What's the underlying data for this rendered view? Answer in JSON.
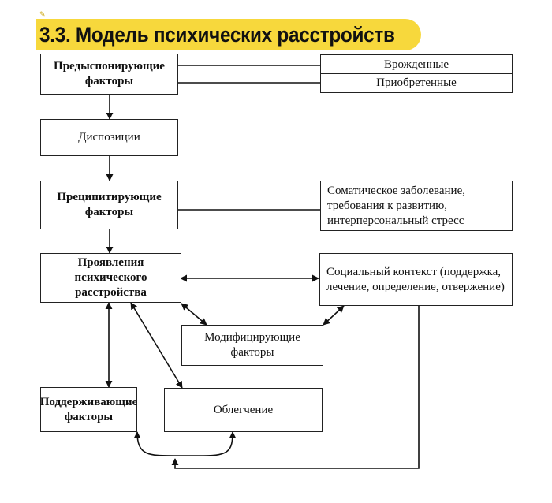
{
  "title": "3.3. Модель психических расстройств",
  "boxes": {
    "predisposing": "Предыспонирующие факторы",
    "innate": "Врожденные",
    "acquired": "Приобретенные",
    "dispositions": "Диспозиции",
    "precipitating": "Преципитирующие факторы",
    "somatic": "Соматическое заболевание, требования к развитию, интерперсональный стресс",
    "manifestations": "Проявления психического расстройства",
    "social": "Социальный контекст (поддержка, лечение, определение, отвержение)",
    "modifying": "Модифицирующие факторы",
    "maintaining": "Поддерживающие факторы",
    "relief": "Облегчение"
  },
  "colors": {
    "title_highlight": "#f7d83c",
    "lines": "#111111"
  }
}
